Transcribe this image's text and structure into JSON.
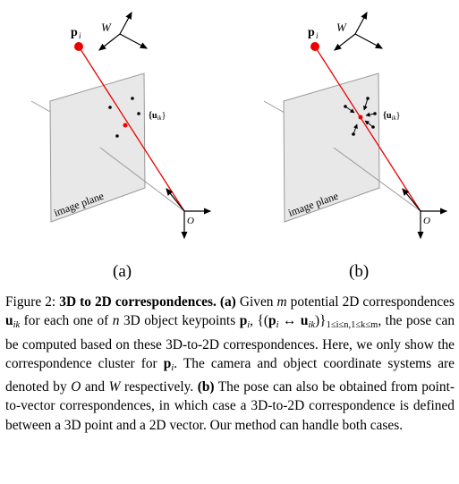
{
  "figure": {
    "panel_a": {
      "label": "(a)",
      "point_label": "p",
      "point_subscript": "i",
      "object_frame_label": "W",
      "camera_frame_label": "O",
      "plane_label": "image plane",
      "correspondence_label": "{u",
      "correspondence_subscript": "ik",
      "correspondence_close": "}"
    },
    "panel_b": {
      "label": "(b)",
      "point_label": "p",
      "point_subscript": "i",
      "object_frame_label": "W",
      "camera_frame_label": "O",
      "plane_label": "image plane",
      "correspondence_label": "{u",
      "correspondence_subscript": "ik",
      "correspondence_close": "}"
    }
  },
  "caption": {
    "prefix": "Figure 2: ",
    "title": "3D to 2D correspondences.",
    "a_tag": "(a)",
    "t1": " Given ",
    "m": "m",
    "t2": " potential 2D correspondences ",
    "u": "u",
    "ik": "ik",
    "t3": " for each one of ",
    "n": "n",
    "t4": " 3D object keypoints ",
    "p": "p",
    "i": "i",
    "t5": ",",
    "formula_open": "{(",
    "formula_arrow": " ↔ ",
    "formula_close": ")}",
    "formula_sub": "1≤i≤n,1≤k≤m",
    "t6": ", the pose can be computed based on these 3D-to-2D correspondences. Here, we only show the correspondence cluster for ",
    "t7": ". The camera and object coordinate systems are denoted by ",
    "O": "O",
    "t8": " and ",
    "W": "W",
    "t9": " respectively. ",
    "b_tag": "(b)",
    "t10": " The pose can also be obtained from point-to-vector correspondences, in which case a 3D-to-2D correspondence is defined between a 3D point and a 2D vector. Our method can handle both cases."
  }
}
